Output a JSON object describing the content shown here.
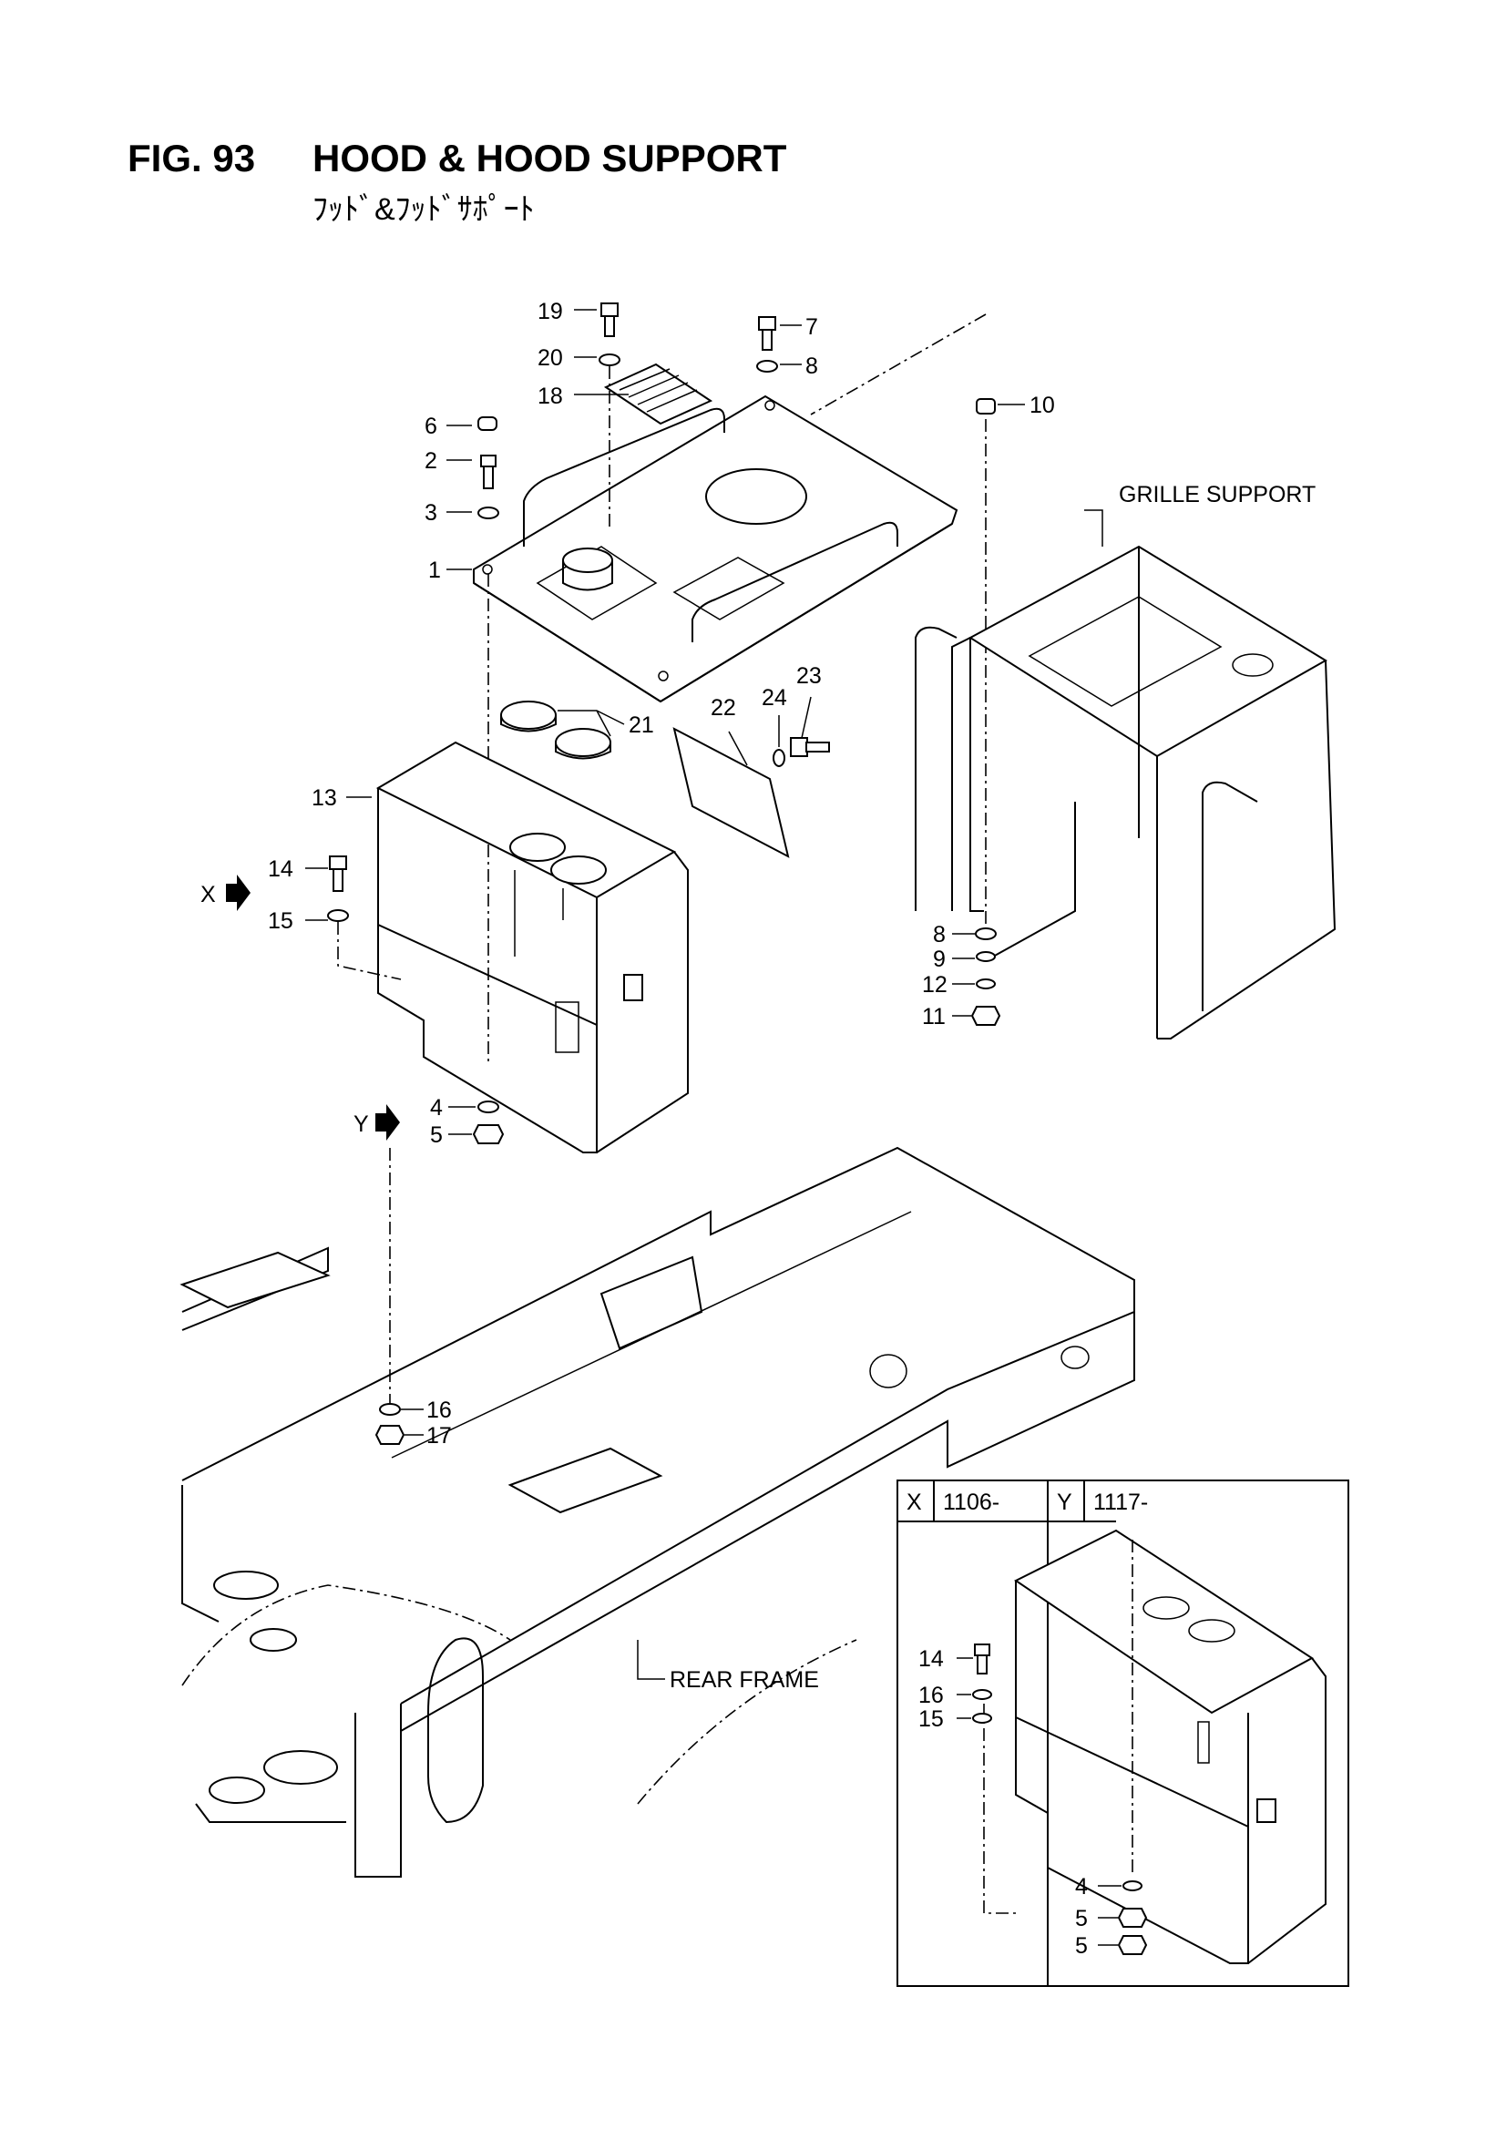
{
  "figure": {
    "number": "FIG. 93",
    "title": "HOOD & HOOD SUPPORT",
    "subtitle": "ﾌｯﾄﾞ&ﾌｯﾄﾞｻﾎﾟｰﾄ"
  },
  "callouts": {
    "c19": "19",
    "c20": "20",
    "c18": "18",
    "c7": "7",
    "c8a": "8",
    "c10": "10",
    "c6": "6",
    "c2": "2",
    "c3": "3",
    "c1": "1",
    "c21": "21",
    "c22": "22",
    "c24": "24",
    "c23": "23",
    "c13": "13",
    "c14": "14",
    "c15": "15",
    "c4": "4",
    "c5": "5",
    "c8b": "8",
    "c9": "9",
    "c12": "12",
    "c11": "11",
    "c16": "16",
    "c17": "17"
  },
  "view_markers": {
    "x": "X",
    "y": "Y"
  },
  "assembly_labels": {
    "grille_support": "GRILLE SUPPORT",
    "rear_frame": "REAR FRAME"
  },
  "inset": {
    "x_code": "X",
    "x_serial": "1106-",
    "y_code": "Y",
    "y_serial": "1117-",
    "callouts": {
      "c14": "14",
      "c16": "16",
      "c15": "15",
      "c4": "4",
      "c5a": "5",
      "c5b": "5"
    }
  }
}
